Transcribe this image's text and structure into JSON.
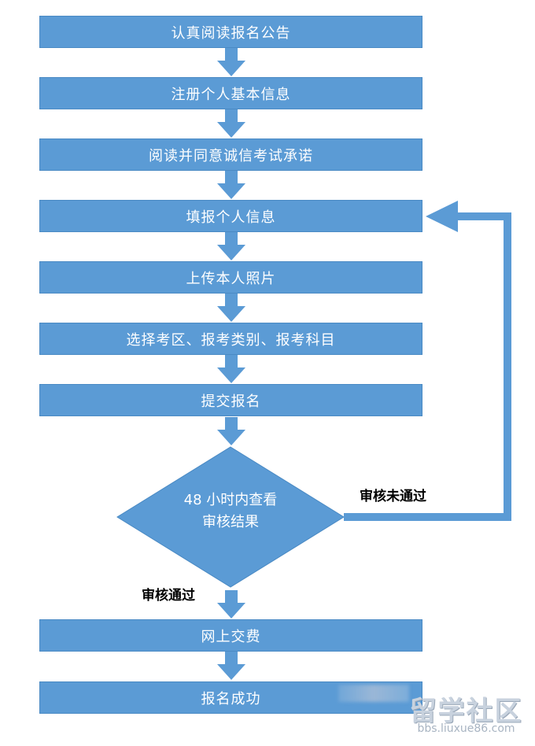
{
  "steps": [
    "认真阅读报名公告",
    "注册个人基本信息",
    "阅读并同意诚信考试承诺",
    "填报个人信息",
    "上传本人照片",
    "选择考区、报考类别、报考科目",
    "提交报名"
  ],
  "decision": {
    "line1": "48 小时内查看",
    "line2": "审核结果"
  },
  "edge_labels": {
    "fail": "审核未通过",
    "pass": "审核通过"
  },
  "final_steps": [
    "网上交费",
    "报名成功"
  ],
  "watermark": {
    "title": "留学社区",
    "url": "bbs.liuxue86.com"
  },
  "colors": {
    "box_fill": "#5b9bd5",
    "connector": "#5b9bd5"
  }
}
